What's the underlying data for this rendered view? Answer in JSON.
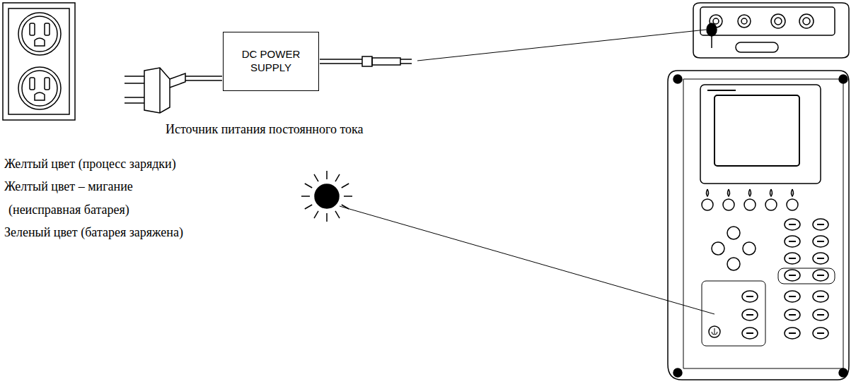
{
  "diagram": {
    "nodes": [
      {
        "text": [
          "DC POWER SUPPLY"
        ]
      }
    ],
    "labels": [
      "Источник питания постоянного тока",
      "Желтый цвет (процесс зарядки)",
      "Желтый цвет – мигание",
      "(неисправная батарея)",
      "Зеленый цвет (батарея заряжена)"
    ]
  }
}
